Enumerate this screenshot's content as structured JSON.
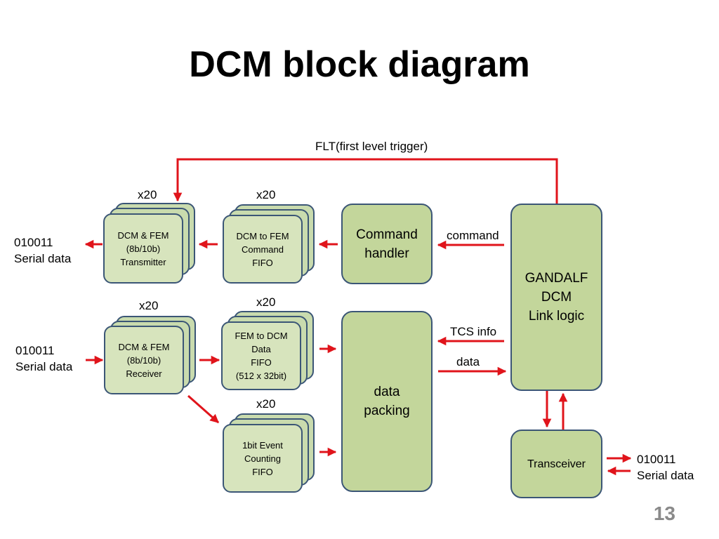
{
  "title": "DCM block diagram",
  "page_number": "13",
  "flt_label": "FLT(first level trigger)",
  "multiplier": "x20",
  "serial_data": {
    "bits": "010011",
    "label": "Serial data"
  },
  "blocks": {
    "transmitter": [
      "DCM & FEM",
      "(8b/10b)",
      "Transmitter"
    ],
    "command_fifo": [
      "DCM to FEM",
      "Command",
      "FIFO"
    ],
    "command_handler": [
      "Command",
      "handler"
    ],
    "gandalf": [
      "GANDALF",
      "DCM",
      "Link logic"
    ],
    "receiver": [
      "DCM & FEM",
      "(8b/10b)",
      "Receiver"
    ],
    "data_fifo": [
      "FEM to DCM",
      "Data",
      "FIFO",
      "(512 x 32bit)"
    ],
    "data_packing": [
      "data",
      "packing"
    ],
    "event_fifo": [
      "1bit Event",
      "Counting",
      "FIFO"
    ],
    "transceiver": [
      "Transceiver"
    ]
  },
  "arrow_labels": {
    "command": "command",
    "tcs_info": "TCS info",
    "data": "data"
  },
  "colors": {
    "arrow": "#e0141b",
    "box_fill": "#d7e4bd",
    "box_fill_dark": "#c3d69b",
    "box_border": "#3b5676"
  }
}
